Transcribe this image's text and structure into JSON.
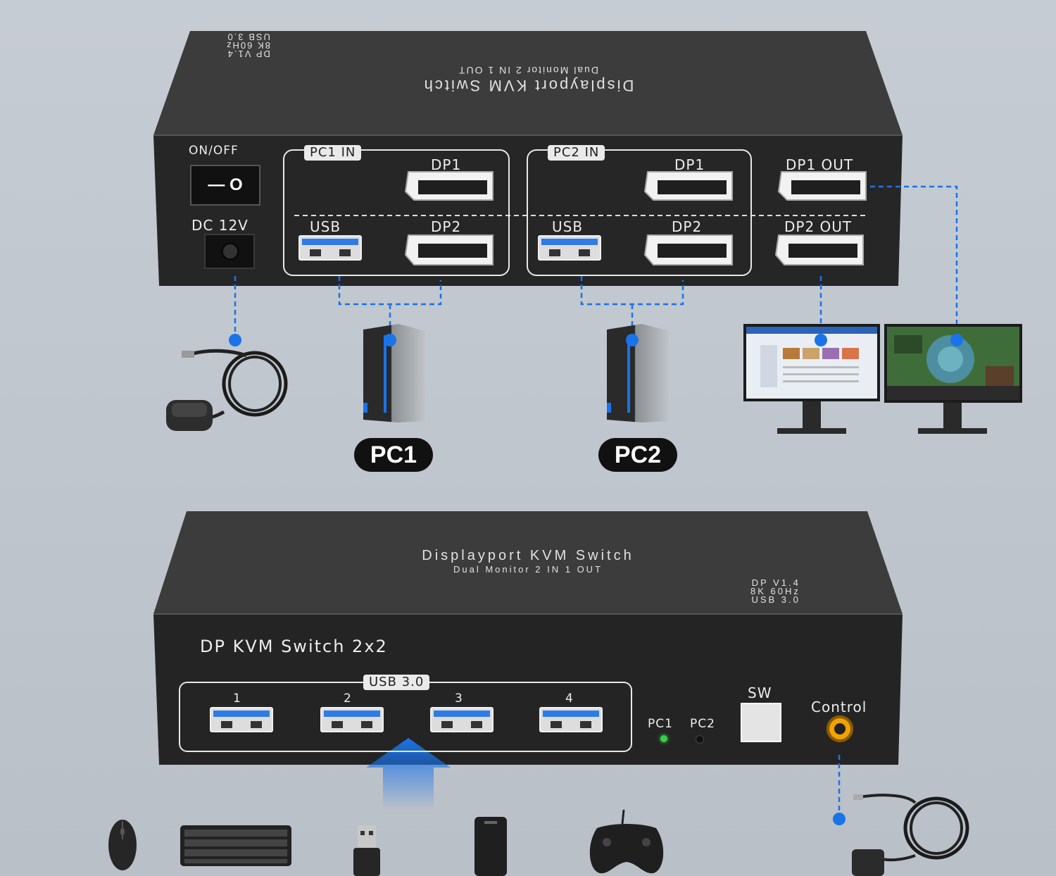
{
  "top_unit": {
    "lid_text_title": "Displayport KVM Switch",
    "lid_text_subtitle": "Dual Monitor 2 IN 1 OUT",
    "lid_specs": [
      "DP V1.4",
      "8K 60Hz",
      "USB 3.0"
    ],
    "power_label": "ON/OFF",
    "power_switch_glyph": "— O",
    "dc_label": "DC 12V",
    "pc1_group": {
      "tag": "PC1 IN",
      "dp1": "DP1",
      "usb": "USB",
      "dp2": "DP2"
    },
    "pc2_group": {
      "tag": "PC2 IN",
      "dp1": "DP1",
      "usb": "USB",
      "dp2": "DP2"
    },
    "out1": "DP1 OUT",
    "out2": "DP2 OUT"
  },
  "computers": [
    {
      "label": "PC1"
    },
    {
      "label": "PC2"
    }
  ],
  "bottom_unit": {
    "lid_text_title": "Displayport KVM Switch",
    "lid_text_subtitle": "Dual Monitor 2 IN 1 OUT",
    "lid_specs": [
      "DP V1.4",
      "8K 60Hz",
      "USB 3.0"
    ],
    "model_label": "DP KVM Switch 2x2",
    "usb_group_tag": "USB 3.0",
    "usb_ports": [
      "1",
      "2",
      "3",
      "4"
    ],
    "led_labels": [
      "PC1",
      "PC2"
    ],
    "sw_label": "SW",
    "control_label": "Control"
  },
  "colors": {
    "accent": "#1a73e8",
    "device_body": "#2a2a2a",
    "device_top": "#3a3a3a",
    "led_green": "#35d04a",
    "control_ring": "#f0a300"
  },
  "icons": [
    "power-adapter-icon",
    "tower-pc-icon",
    "monitor-icon",
    "mouse-icon",
    "keyboard-icon",
    "usb-dongle-icon",
    "hard-drive-icon",
    "gamepad-icon",
    "wired-remote-icon",
    "upload-arrow-icon"
  ]
}
